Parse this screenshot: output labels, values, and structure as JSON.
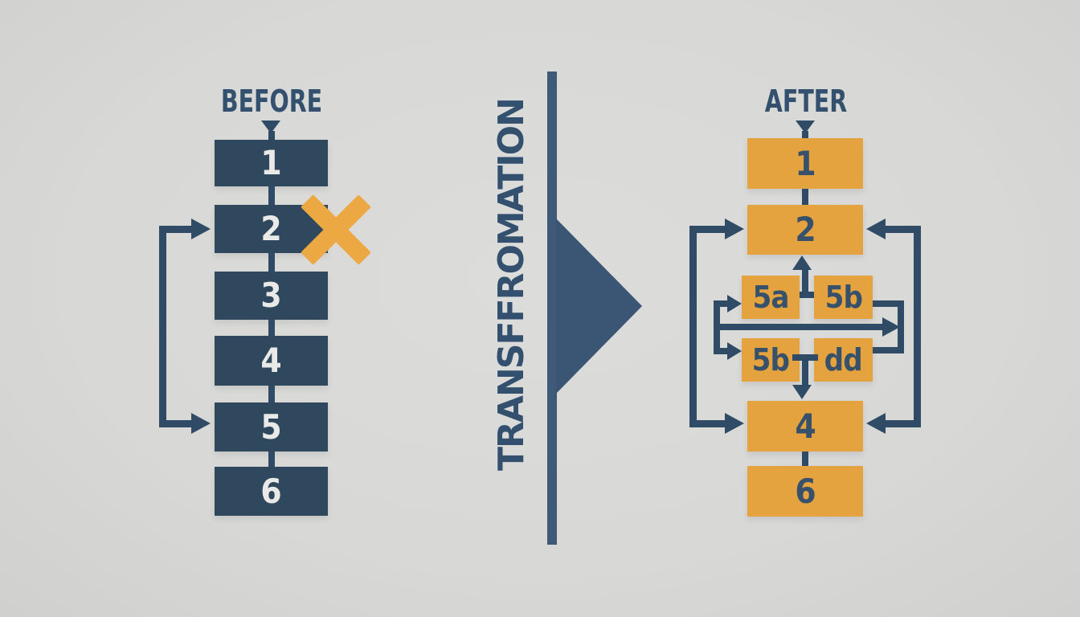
{
  "before": {
    "title": "BEFORE",
    "boxes": [
      "1",
      "2",
      "3",
      "4",
      "5",
      "6"
    ],
    "deleted_box": "2"
  },
  "transformation": {
    "label": "TRANSFFROMATION"
  },
  "after": {
    "title": "AFTER",
    "box_1": "1",
    "box_2": "2",
    "grid": {
      "top_left": "5a",
      "top_right": "5b",
      "bottom_left": "5b",
      "bottom_right": "dd"
    },
    "box_4": "4",
    "box_6": "6"
  },
  "icons": {
    "before_entry_marker": "triangle-down",
    "after_entry_marker": "triangle-down",
    "delete_marker": "x-cross",
    "transform_arrow": "triangle-right"
  },
  "colors": {
    "background": "#d8d8d6",
    "navy_box": "#30485e",
    "line_navy": "#2f4b66",
    "title_navy": "#33506e",
    "divider_bar": "#3e5a78",
    "divider_triangle": "#3a5674",
    "orange_box": "#e4a33f",
    "x_orange": "#eca843",
    "light_text": "#e9eae7",
    "dark_text": "#37516b"
  }
}
